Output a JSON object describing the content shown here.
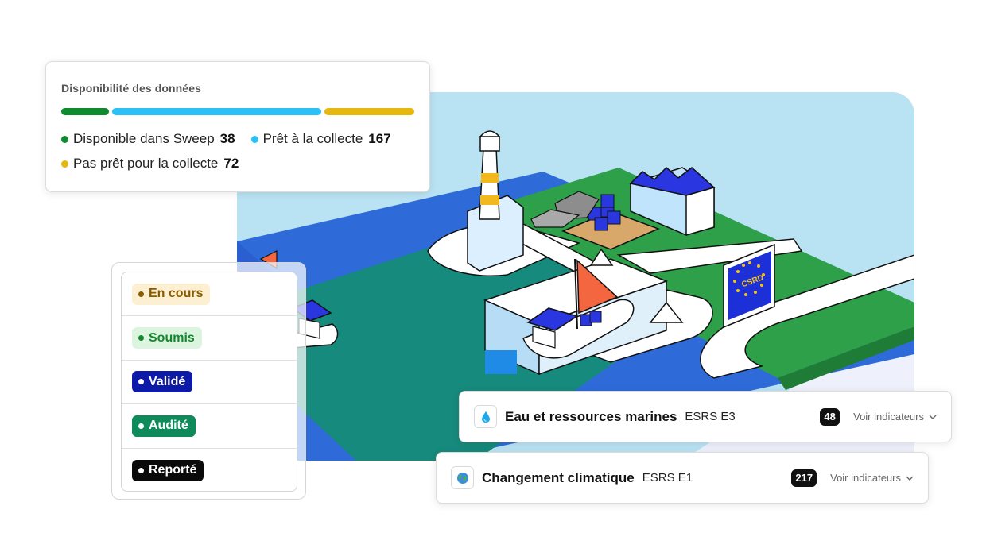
{
  "availability": {
    "title": "Disponibilité des données",
    "segments": [
      {
        "key": "available",
        "color": "#0f8a2e",
        "value": 38
      },
      {
        "key": "ready",
        "color": "#2cc0f5",
        "value": 167
      },
      {
        "key": "not_ready",
        "color": "#e6b70f",
        "value": 72
      }
    ],
    "legend": [
      {
        "label": "Disponible dans Sweep",
        "count": "38",
        "color": "#0f8a2e"
      },
      {
        "label": "Prêt à la collecte",
        "count": "167",
        "color": "#2cc0f5"
      },
      {
        "label": "Pas prêt pour la collecte",
        "count": "72",
        "color": "#e6b70f"
      }
    ]
  },
  "statuses": [
    {
      "label": "En cours",
      "bg": "#fdf0d2",
      "fg": "#8a5a00",
      "dot": "#8a5a00"
    },
    {
      "label": "Soumis",
      "bg": "#dcf5df",
      "fg": "#13882f",
      "dot": "#13882f"
    },
    {
      "label": "Validé",
      "bg": "#0d1aa8",
      "fg": "#ffffff",
      "dot": "#ffffff"
    },
    {
      "label": "Audité",
      "bg": "#0f8a5a",
      "fg": "#ffffff",
      "dot": "#ffffff"
    },
    {
      "label": "Reporté",
      "bg": "#0a0a0a",
      "fg": "#ffffff",
      "dot": "#ffffff"
    }
  ],
  "esrs": [
    {
      "icon": "water-drop-icon",
      "name": "Eau et ressources marines",
      "code": "ESRS E3",
      "count": "48",
      "action": "Voir indicateurs"
    },
    {
      "icon": "globe-icon",
      "name": "Changement climatique",
      "code": "ESRS E1",
      "count": "217",
      "action": "Voir indicateurs"
    }
  ],
  "illustration": {
    "flag_label": "CSRD"
  }
}
